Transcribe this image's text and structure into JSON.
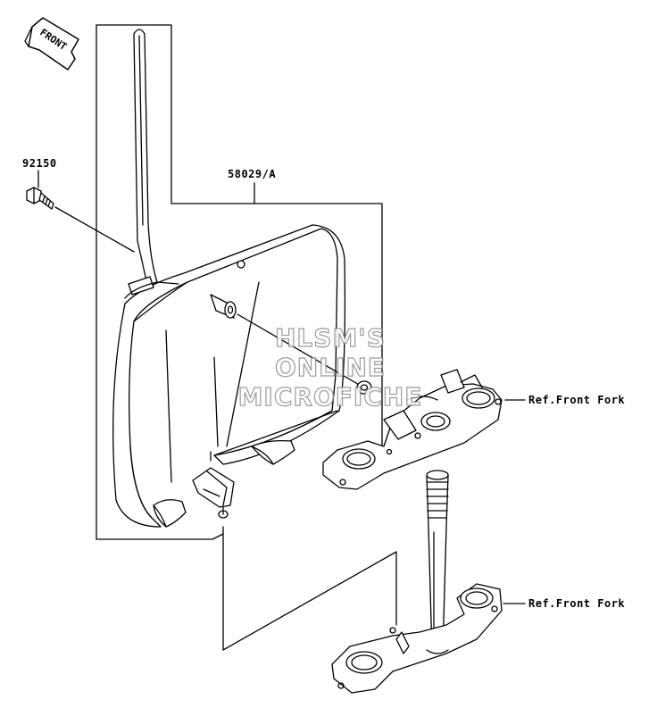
{
  "front_arrow": {
    "text": "FRONT"
  },
  "parts": {
    "bolt_number": "92150",
    "assembly_number": "58029/A"
  },
  "references": {
    "upper": "Ref.Front Fork",
    "lower": "Ref.Front Fork"
  },
  "watermark": {
    "line1": "HLSM'S",
    "line2": "ONLINE",
    "line3": "MICROFICHE"
  },
  "colors": {
    "line": "#000000",
    "background": "#ffffff",
    "watermark_outline": "#8a8a8a"
  }
}
